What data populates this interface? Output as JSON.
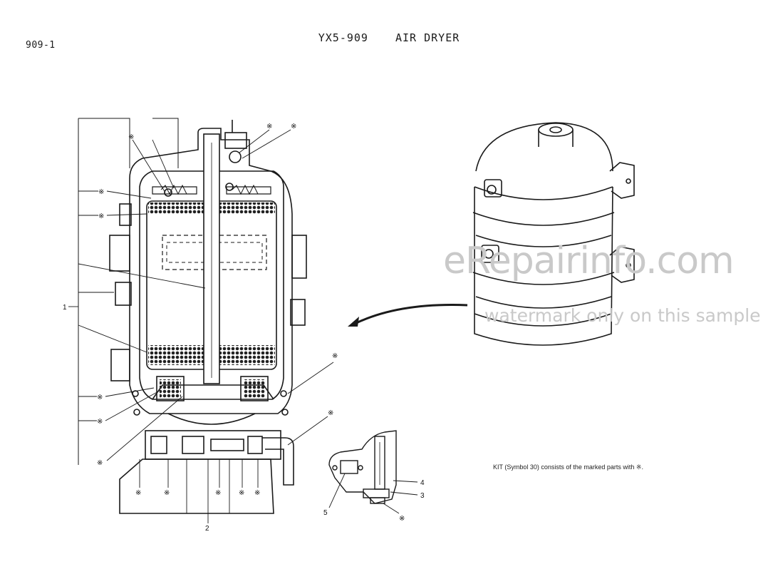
{
  "header": {
    "page_code": "909-1",
    "model": "YX5-909",
    "title": "AIR DRYER"
  },
  "watermark": {
    "main": "eRepairinfo.com",
    "sub": "watermark only on this sample"
  },
  "kit_note": "KIT (Symbol 30) consists of the marked parts with ※.",
  "callouts": {
    "asterisk": "※",
    "part_1": "1",
    "part_2": "2",
    "part_3": "3",
    "part_4": "4",
    "part_5": "5"
  },
  "colors": {
    "ink": "#1a1a1a",
    "watermark": "#c9c9c9",
    "paper": "#ffffff"
  }
}
